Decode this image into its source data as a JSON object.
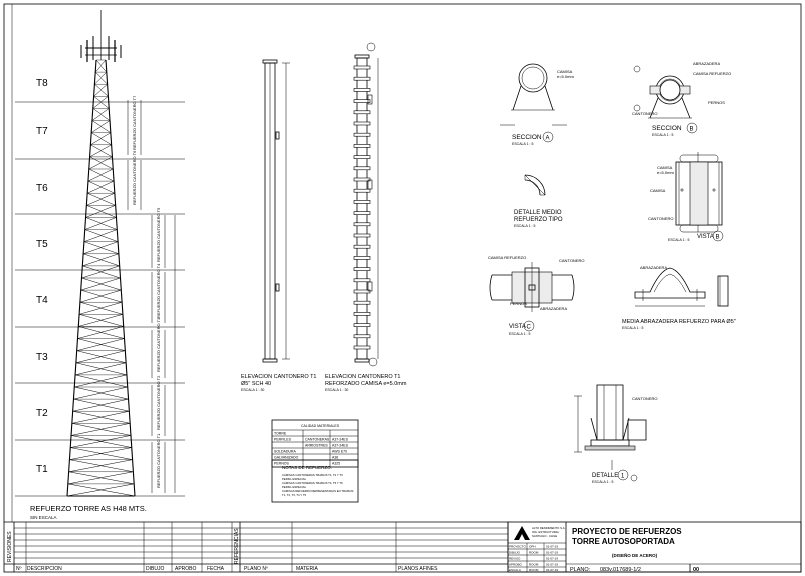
{
  "tower": {
    "sections": [
      "T8",
      "T7",
      "T6",
      "T5",
      "T4",
      "T3",
      "T2",
      "T1"
    ],
    "caption": "REFUERZO TORRE AS H48 MTS.",
    "scale": "SIN ESCALA",
    "labels": [
      "REFUERZO CANTONERO T7",
      "REFUERZO CANTONERO T6",
      "REFUERZO CANTONERO T5",
      "REFUERZO CANTONERO T4",
      "REFUERZO CANTONERO T3",
      "REFUERZO CANTONERO T2",
      "REFUERZO CANTONERO T1"
    ]
  },
  "elevations": {
    "left_title": "ELEVACION CANTONERO T1",
    "left_sub": "Ø5\" SCH 40",
    "left_scale": "ESCALA 1 : 30",
    "right_title": "ELEVACION CANTONERO T1",
    "right_sub": "REFORZADO CAMISA e=5.0mm",
    "right_scale": "ESCALA 1 : 30"
  },
  "details": {
    "section_a": "SECCION",
    "section_a_mark": "A",
    "section_b": "SECCION",
    "section_b_mark": "B",
    "camisa": "CAMISA",
    "espesor": "e=5.0mm",
    "abrazadera": "ABRAZADERA",
    "camisa_refuerzo": "CAMISA REFUERZO",
    "cantonero": "CANTONERO",
    "pernos": "PERNOS",
    "detalle_medio_1": "DETALLE MEDIO",
    "detalle_medio_2": "REFUERZO TIPO",
    "vista_b": "VISTA",
    "vista_b_mark": "B",
    "vista_c": "VISTA",
    "vista_c_mark": "C",
    "media_abrazadera": "MEDIA ABRAZADERA REFUERZO PARA Ø5\"",
    "detalle": "DETALLE",
    "detalle_mark": "1",
    "escala_1_5": "ESCALA 1 : 5"
  },
  "materials": {
    "title": "CALIDAD MATERIALES",
    "rows": [
      [
        "TORRE",
        "",
        ""
      ],
      [
        "PERFILES",
        "CANTONERAS",
        "A37-24ES"
      ],
      [
        "",
        "ARRIOSTRES",
        "A37-24ES"
      ],
      [
        "SOLDADURA",
        "",
        "AWS E70"
      ],
      [
        "GALVANIZADO",
        "",
        "A36"
      ],
      [
        "PERNOS",
        "",
        "A325"
      ]
    ],
    "notes_title": "NOTAS DE REFUERZO:",
    "notes": [
      "CAMISAS CANTONERAS TRAMOS T1, T2 Y T3",
      "PERFIL ESPECIAL",
      "CAMISAS CANTONERAS TRAMOS T4, T5 Y T6",
      "PERFIL ESPECIAL",
      "CAMISAS REFUERZO REPRESENTADAS EN TRAMOS",
      "T1, T2, T3, T4 Y T5"
    ]
  },
  "revisions": {
    "side_label": "REVISIONES",
    "ref_label": "REFERENCIAS",
    "cols": [
      "Nº",
      "DESCRIPCION",
      "DIBUJO",
      "APROBO",
      "FECHA",
      "PLANO Nº",
      "MATERIA",
      "PLANOS AFINES"
    ]
  },
  "title_block": {
    "company_1": "ALTO RENDIMIENTO S.A.",
    "company_2": "ING. ESTRUCTURAL",
    "company_3": "SANTIAGO - CHILE",
    "project_1": "PROYECTO DE REFUERZOS",
    "project_2": "TORRE AUTOSOPORTADA",
    "subtitle": "(DISEÑO DE ACERO)",
    "roles": [
      [
        "PROYECTO",
        "OPH",
        "01-07-19"
      ],
      [
        "DIBUJO",
        "ROOM",
        "01-07-19"
      ],
      [
        "REVISO",
        "",
        "01-07-19"
      ],
      [
        "APROBO",
        "ROOM",
        "01-07-19"
      ],
      [
        "ESCALA",
        "ROOM",
        "01-07-19"
      ]
    ],
    "plano_label": "PLANO:",
    "plano_value": "083v.017689-1/2",
    "revision": "00"
  }
}
